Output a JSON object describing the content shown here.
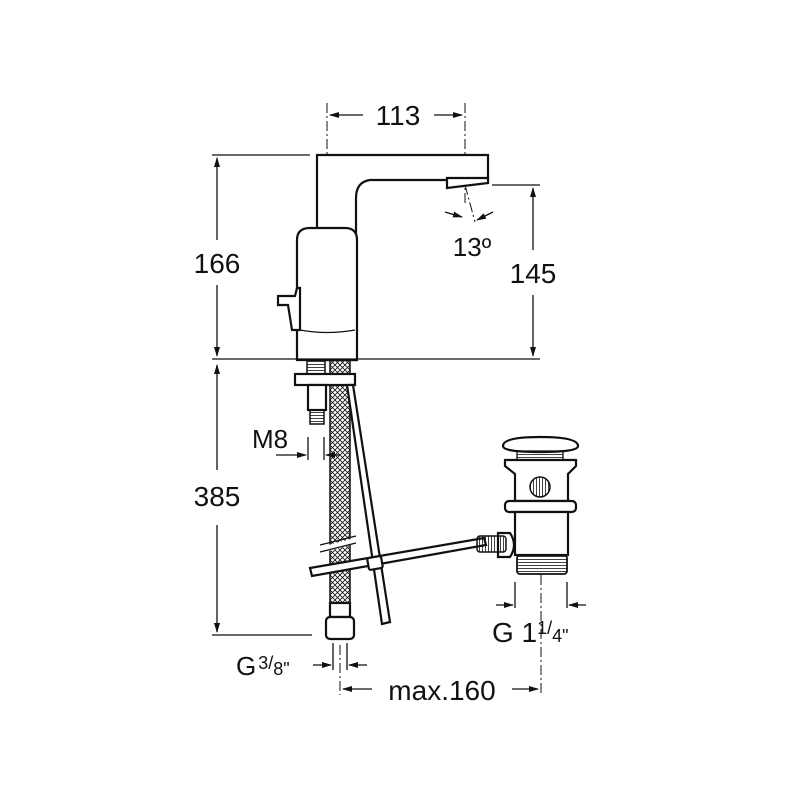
{
  "drawing": {
    "dimensions": {
      "spout_reach": "113",
      "total_height": "166",
      "spout_height": "145",
      "spout_angle": "13º",
      "hose_length": "385",
      "stud_thread": "M8",
      "hose_connection_base": "G",
      "hose_connection_fraction_num": "3",
      "hose_connection_fraction_den": "8\"",
      "waste_thread_base": "G 1",
      "waste_thread_fraction_num": "1",
      "waste_thread_fraction_den": "4\"",
      "max_distance": "max.160"
    },
    "colors": {
      "line": "#111111",
      "background": "#ffffff"
    }
  }
}
